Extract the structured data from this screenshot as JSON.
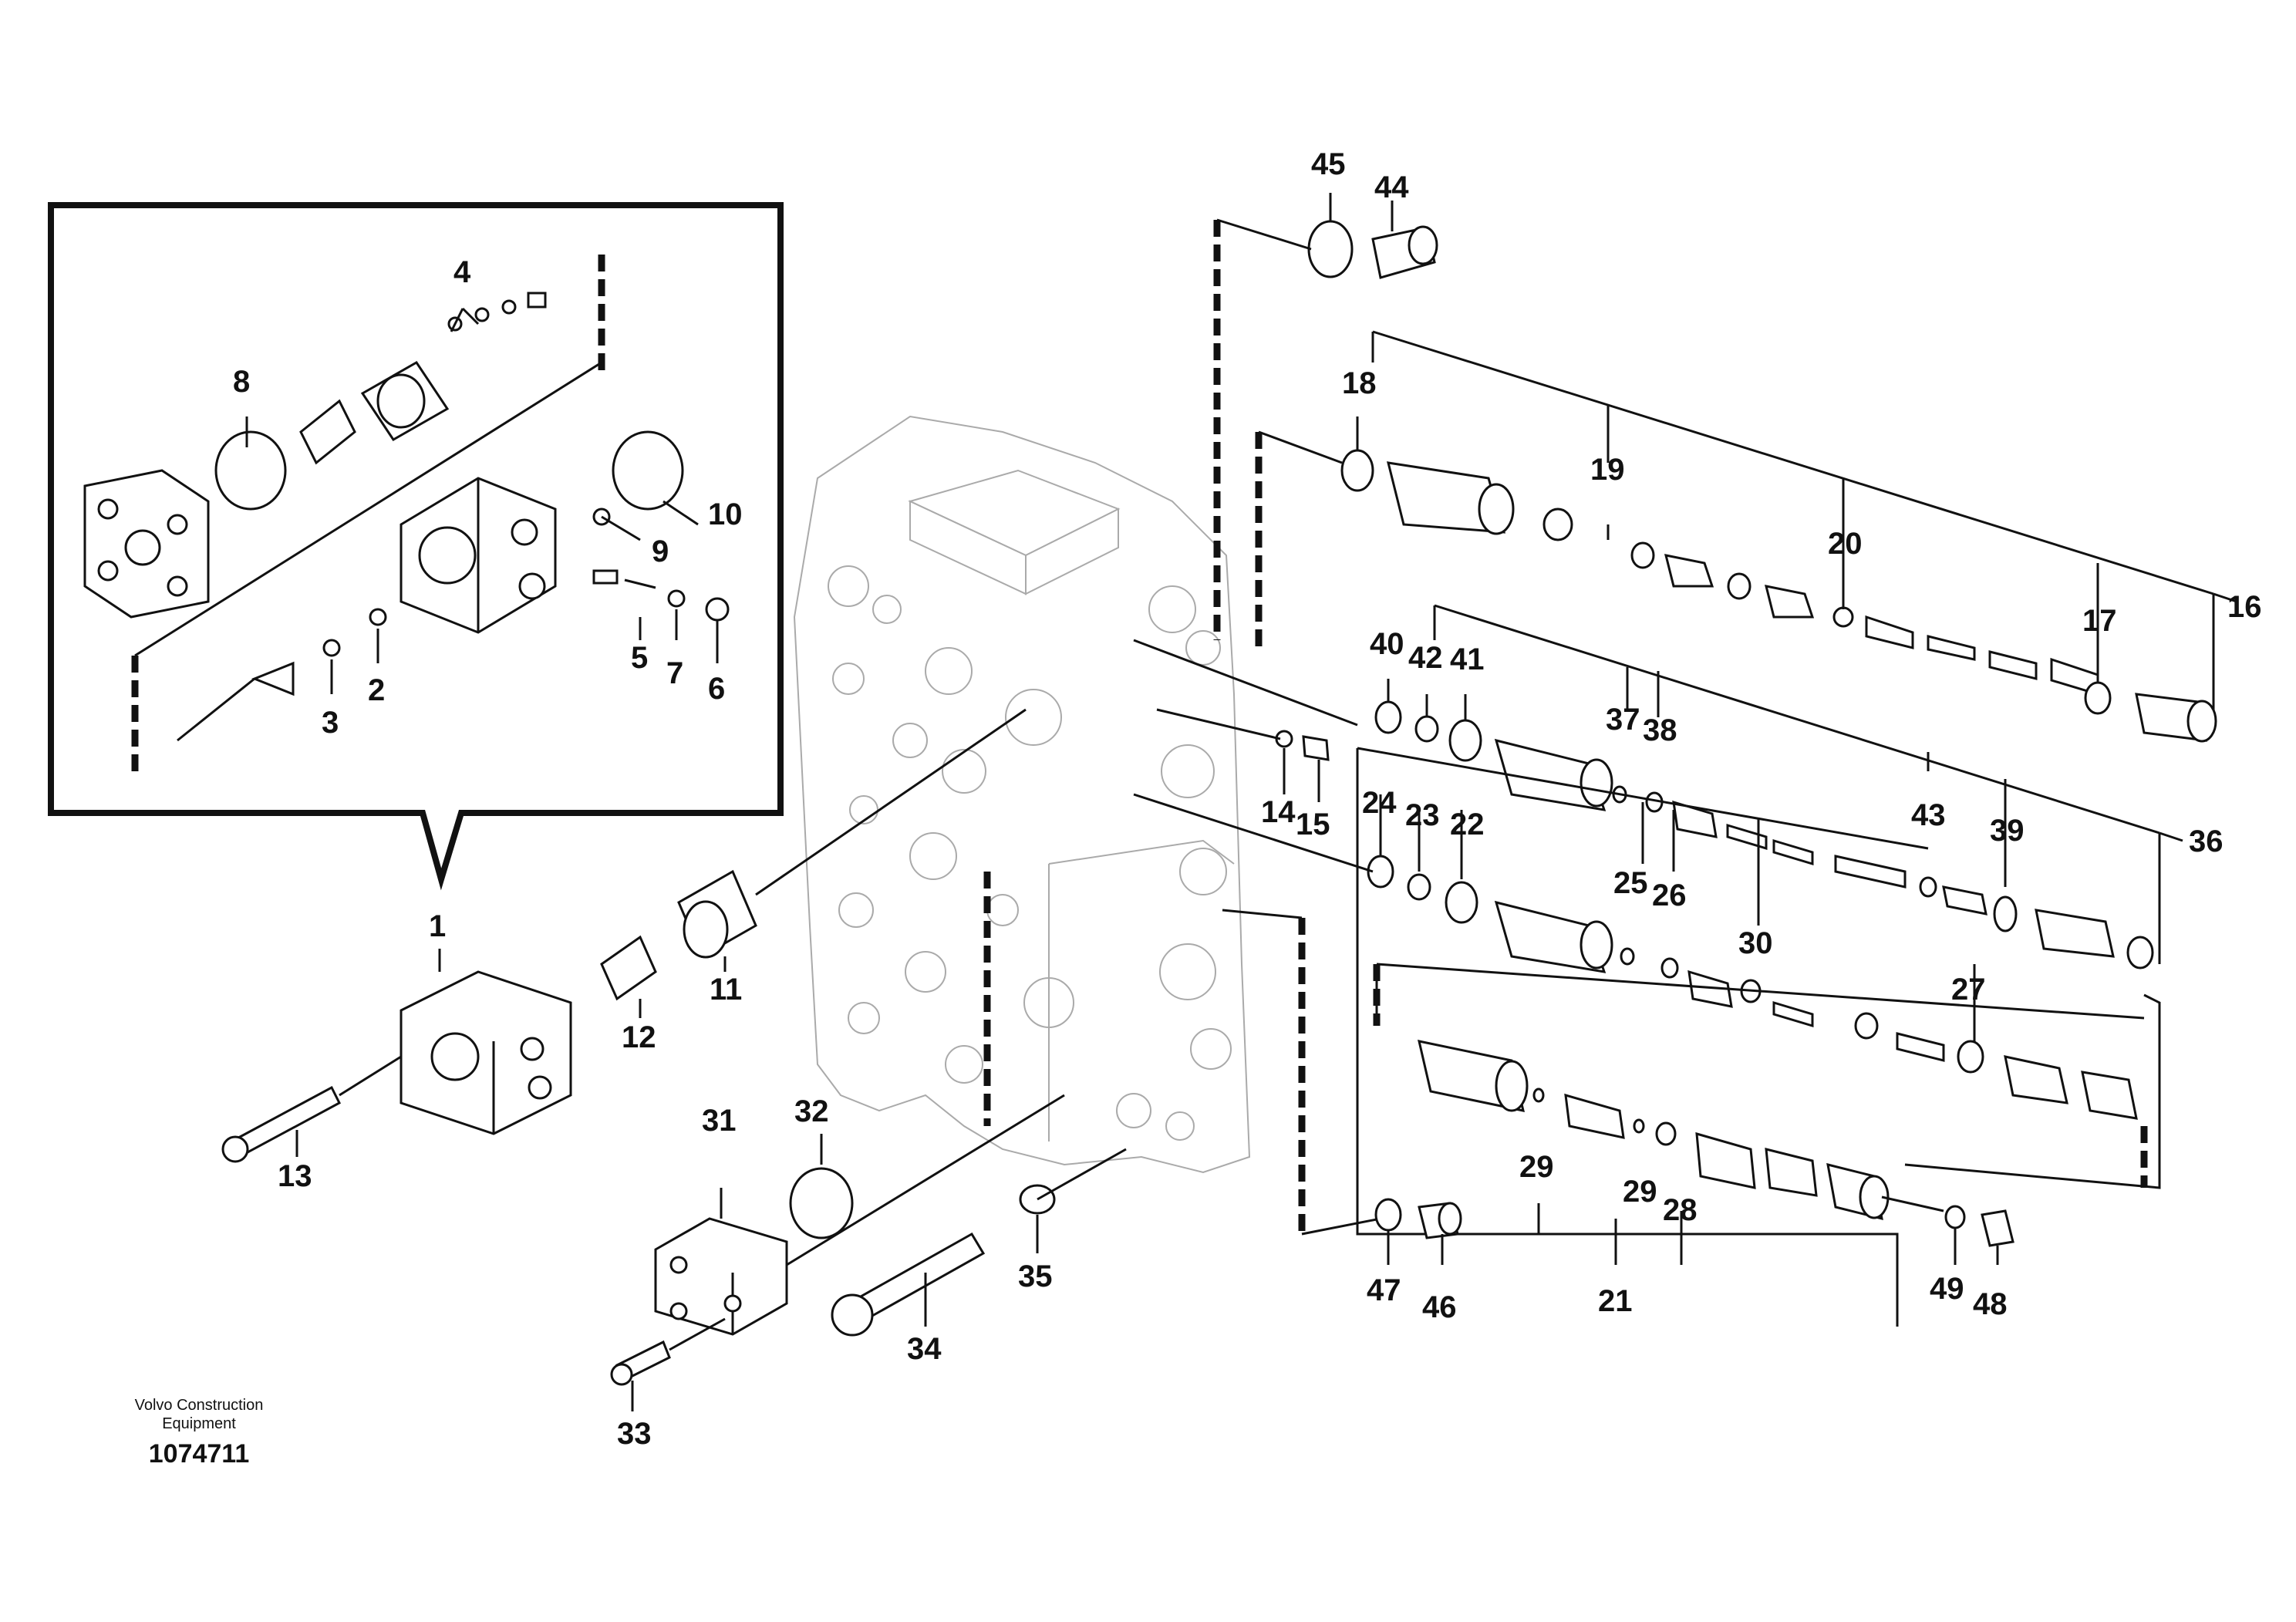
{
  "footer": {
    "brand_line1": "Volvo Construction",
    "brand_line2": "Equipment",
    "drawing_number": "1074711"
  },
  "callouts": [
    {
      "id": "1",
      "label": "1"
    },
    {
      "id": "2",
      "label": "2"
    },
    {
      "id": "3",
      "label": "3"
    },
    {
      "id": "4",
      "label": "4"
    },
    {
      "id": "5",
      "label": "5"
    },
    {
      "id": "6",
      "label": "6"
    },
    {
      "id": "7",
      "label": "7"
    },
    {
      "id": "8",
      "label": "8"
    },
    {
      "id": "9",
      "label": "9"
    },
    {
      "id": "10",
      "label": "10"
    },
    {
      "id": "11",
      "label": "11"
    },
    {
      "id": "12",
      "label": "12"
    },
    {
      "id": "13",
      "label": "13"
    },
    {
      "id": "14",
      "label": "14"
    },
    {
      "id": "15",
      "label": "15"
    },
    {
      "id": "16",
      "label": "16"
    },
    {
      "id": "17",
      "label": "17"
    },
    {
      "id": "18",
      "label": "18"
    },
    {
      "id": "19",
      "label": "19"
    },
    {
      "id": "20",
      "label": "20"
    },
    {
      "id": "21",
      "label": "21"
    },
    {
      "id": "22",
      "label": "22"
    },
    {
      "id": "23",
      "label": "23"
    },
    {
      "id": "24",
      "label": "24"
    },
    {
      "id": "25",
      "label": "25"
    },
    {
      "id": "26",
      "label": "26"
    },
    {
      "id": "27",
      "label": "27"
    },
    {
      "id": "28",
      "label": "28"
    },
    {
      "id": "29a",
      "label": "29"
    },
    {
      "id": "29b",
      "label": "29"
    },
    {
      "id": "30",
      "label": "30"
    },
    {
      "id": "31",
      "label": "31"
    },
    {
      "id": "32",
      "label": "32"
    },
    {
      "id": "33",
      "label": "33"
    },
    {
      "id": "34",
      "label": "34"
    },
    {
      "id": "35",
      "label": "35"
    },
    {
      "id": "36",
      "label": "36"
    },
    {
      "id": "37",
      "label": "37"
    },
    {
      "id": "38",
      "label": "38"
    },
    {
      "id": "39",
      "label": "39"
    },
    {
      "id": "40",
      "label": "40"
    },
    {
      "id": "41",
      "label": "41"
    },
    {
      "id": "42",
      "label": "42"
    },
    {
      "id": "43",
      "label": "43"
    },
    {
      "id": "44",
      "label": "44"
    },
    {
      "id": "45",
      "label": "45"
    },
    {
      "id": "46",
      "label": "46"
    },
    {
      "id": "47",
      "label": "47"
    },
    {
      "id": "48",
      "label": "48"
    },
    {
      "id": "49",
      "label": "49"
    }
  ]
}
